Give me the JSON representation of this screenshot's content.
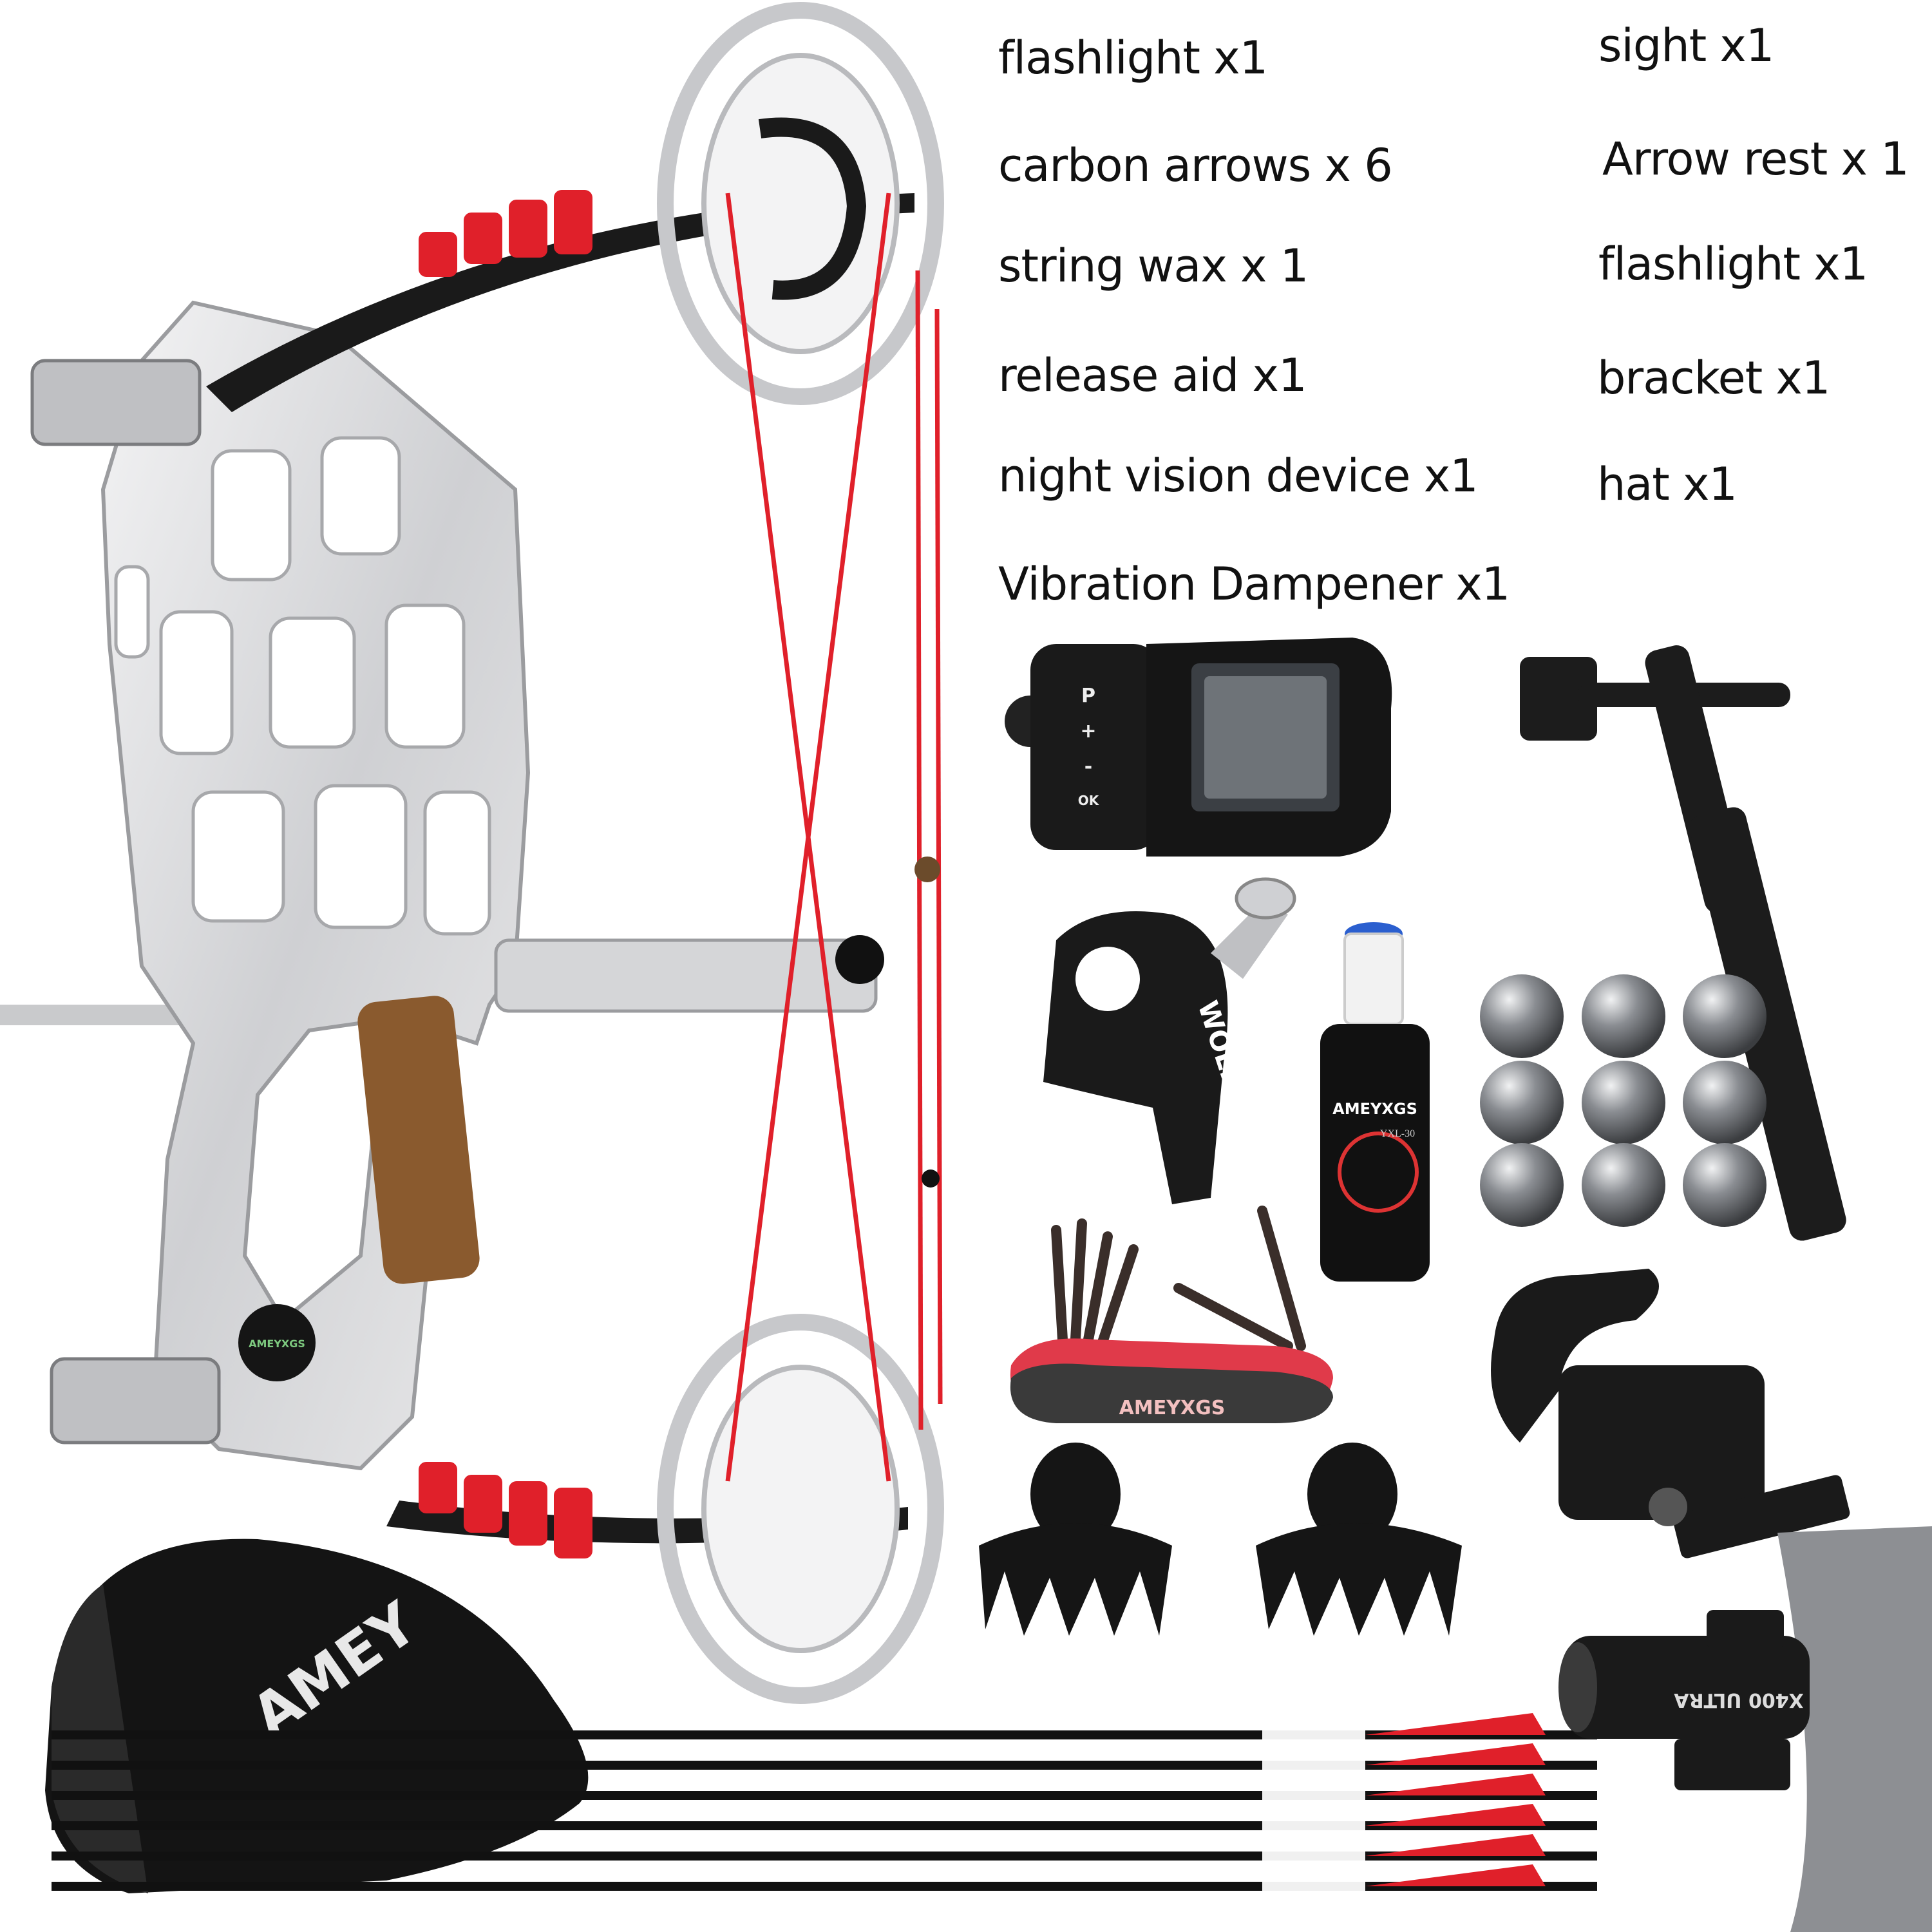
{
  "contents_left": [
    {
      "label": "flashlight x1"
    },
    {
      "label": "carbon arrows x 6"
    },
    {
      "label": "string wax x 1"
    },
    {
      "label": "release aid x1"
    },
    {
      "label": "night vision device x1"
    },
    {
      "label": "Vibration Dampener x1"
    }
  ],
  "contents_right": [
    {
      "label": "sight x1"
    },
    {
      "label": "Arrow rest x 1"
    },
    {
      "label": "flashlight x1"
    },
    {
      "label": "bracket x1"
    },
    {
      "label": "hat x1"
    }
  ],
  "product_markings": {
    "hat_brand": "AMEY",
    "release_brand": "WOLF",
    "wax_brand": "AMEYXGS",
    "wax_model": "YXL-30",
    "tool_brand": "AMEYXGS",
    "flashlight_model": "X400 ULTRA",
    "keypad": [
      "P",
      "+",
      "-",
      "OK"
    ]
  },
  "colors": {
    "string_red": "#e0202a",
    "riser_silver": "#d9dadc",
    "limb_black": "#1a1a1a",
    "grip_wood": "#8a5a2e",
    "ball_gray": "#7c7f84"
  }
}
